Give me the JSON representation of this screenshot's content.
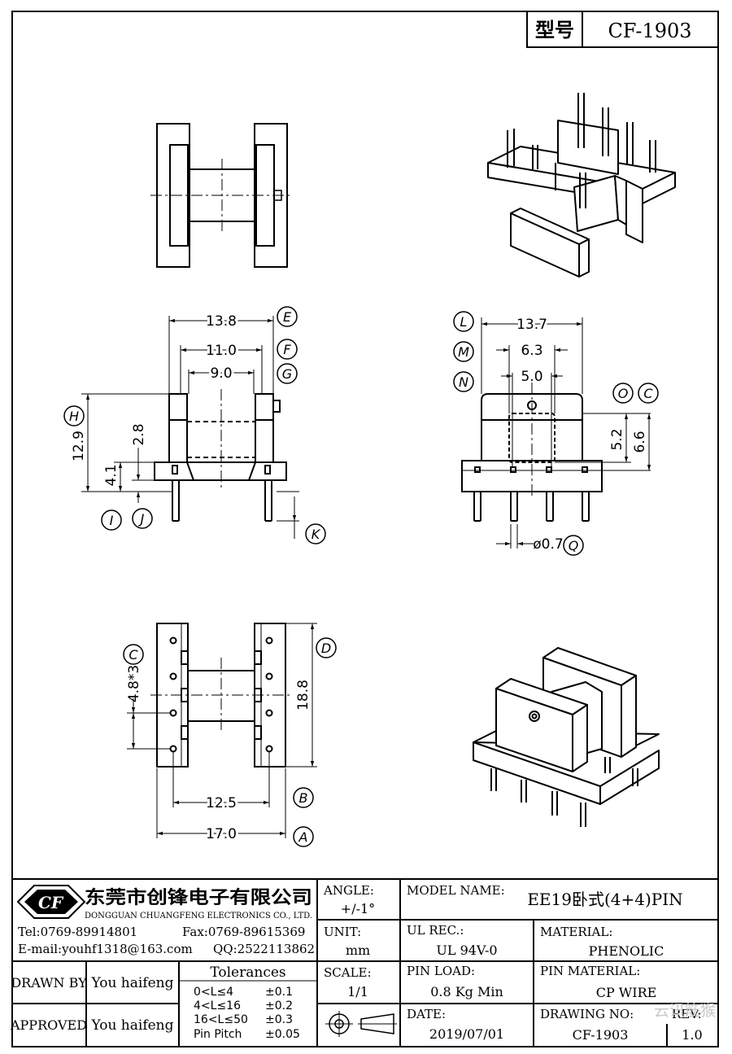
{
  "model_box": {
    "label": "型号",
    "value": "CF-1903"
  },
  "dims": {
    "e": "13.8",
    "f": "11.0",
    "g": "9.0",
    "h": "12.9",
    "i": "4.1",
    "j": "2.8",
    "l": "13.7",
    "m": "6.3",
    "n": "5.0",
    "o": "5.2",
    "c": "6.6",
    "q": "ø0.7",
    "pitch": "4.8*3",
    "d": "18.8",
    "b": "12.5",
    "a": "17.0"
  },
  "markers": {
    "a": "A",
    "b": "B",
    "c": "C",
    "d": "D",
    "e": "E",
    "f": "F",
    "g": "G",
    "h": "H",
    "i": "I",
    "j": "J",
    "k": "K",
    "l": "L",
    "m": "M",
    "n": "N",
    "o": "O",
    "q": "Q"
  },
  "company": {
    "logo_text": "CF",
    "name_cn": "东莞市创锋电子有限公司",
    "name_en": "DONGGUAN CHUANGFENG ELECTRONICS CO., LTD.",
    "tel": "Tel:0769-89914801",
    "fax": "Fax:0769-89615369",
    "email": "E-mail:youhf1318@163.com",
    "qq": "QQ:2522113862"
  },
  "title_block": {
    "angle_label": "ANGLE:",
    "angle_value": "+/-1°",
    "unit_label": "UNIT:",
    "unit_value": "mm",
    "scale_label": "SCALE:",
    "scale_value": "1/1",
    "model_label": "MODEL NAME:",
    "model_value": "EE19卧式(4+4)PIN",
    "ul_label": "UL REC.:",
    "ul_value": "UL 94V-0",
    "material_label": "MATERIAL:",
    "material_value": "PHENOLIC",
    "pinload_label": "PIN LOAD:",
    "pinload_value": "0.8 Kg Min",
    "pinmat_label": "PIN MATERIAL:",
    "pinmat_value": "CP WIRE",
    "date_label": "DATE:",
    "date_value": "2019/07/01",
    "drawno_label": "DRAWING NO:",
    "drawno_value": "CF-1903",
    "rev_label": "REV:",
    "rev_value": "1.0",
    "drawn_label": "DRAWN BY",
    "drawn_value": "You haifeng",
    "approved_label": "APPROVED",
    "approved_value": "You haifeng",
    "tol_title": "Tolerances",
    "tolerances": [
      {
        "range": "0<L≤4",
        "tol": "±0.1"
      },
      {
        "range": "4<L≤16",
        "tol": "±0.2"
      },
      {
        "range": "16<L≤50",
        "tol": "±0.3"
      },
      {
        "range": "Pin Pitch",
        "tol": "±0.05"
      }
    ]
  },
  "watermark": "云讯筋猴"
}
